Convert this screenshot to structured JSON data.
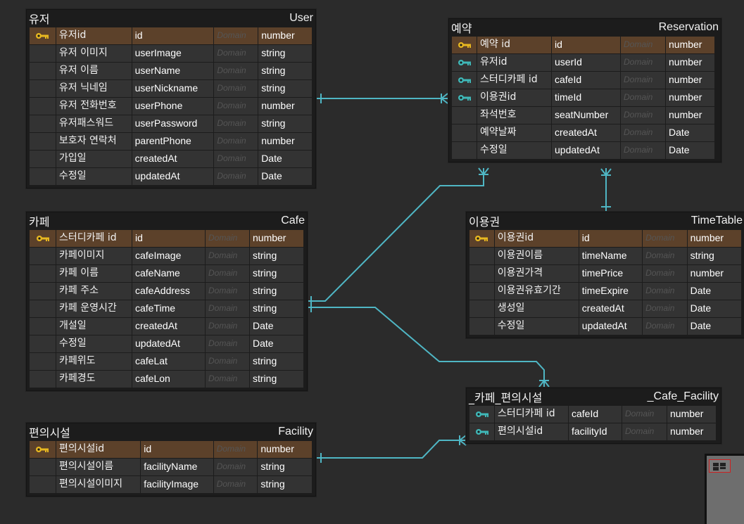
{
  "colors": {
    "background": "#2b2b2b",
    "pk_row": "#5c412a",
    "row": "#333333",
    "relation_line": "#4fb6c4",
    "pk_key": "#e8b820",
    "fk_key": "#3fb8b8"
  },
  "entities": {
    "user": {
      "logical_name": "유저",
      "physical_name": "User",
      "columns": [
        {
          "key": "pk",
          "lname": "유저id",
          "pname": "id",
          "domain": "Domain",
          "type": "number"
        },
        {
          "key": "",
          "lname": "유저 이미지",
          "pname": "userImage",
          "domain": "Domain",
          "type": "string"
        },
        {
          "key": "",
          "lname": "유저 이름",
          "pname": "userName",
          "domain": "Domain",
          "type": "string"
        },
        {
          "key": "",
          "lname": "유저 닉네임",
          "pname": "userNickname",
          "domain": "Domain",
          "type": "string"
        },
        {
          "key": "",
          "lname": "유저 전화번호",
          "pname": "userPhone",
          "domain": "Domain",
          "type": "number"
        },
        {
          "key": "",
          "lname": "유저패스워드",
          "pname": "userPassword",
          "domain": "Domain",
          "type": "string"
        },
        {
          "key": "",
          "lname": "보호자 연락처",
          "pname": "parentPhone",
          "domain": "Domain",
          "type": "number"
        },
        {
          "key": "",
          "lname": "가입일",
          "pname": "createdAt",
          "domain": "Domain",
          "type": "Date"
        },
        {
          "key": "",
          "lname": "수정일",
          "pname": "updatedAt",
          "domain": "Domain",
          "type": "Date"
        }
      ]
    },
    "cafe": {
      "logical_name": "카페",
      "physical_name": "Cafe",
      "columns": [
        {
          "key": "pk",
          "lname": "스터디카페 id",
          "pname": "id",
          "domain": "Domain",
          "type": "number"
        },
        {
          "key": "",
          "lname": "카페이미지",
          "pname": "cafeImage",
          "domain": "Domain",
          "type": "string"
        },
        {
          "key": "",
          "lname": "카페 이름",
          "pname": "cafeName",
          "domain": "Domain",
          "type": "string"
        },
        {
          "key": "",
          "lname": "카페 주소",
          "pname": "cafeAddress",
          "domain": "Domain",
          "type": "string"
        },
        {
          "key": "",
          "lname": "카페 운영시간",
          "pname": "cafeTime",
          "domain": "Domain",
          "type": "string"
        },
        {
          "key": "",
          "lname": "개설일",
          "pname": "createdAt",
          "domain": "Domain",
          "type": "Date"
        },
        {
          "key": "",
          "lname": "수정일",
          "pname": "updatedAt",
          "domain": "Domain",
          "type": "Date"
        },
        {
          "key": "",
          "lname": "카페위도",
          "pname": "cafeLat",
          "domain": "Domain",
          "type": "string"
        },
        {
          "key": "",
          "lname": "카페경도",
          "pname": "cafeLon",
          "domain": "Domain",
          "type": "string"
        }
      ]
    },
    "facility": {
      "logical_name": "편의시설",
      "physical_name": "Facility",
      "columns": [
        {
          "key": "pk",
          "lname": "편의시설id",
          "pname": "id",
          "domain": "Domain",
          "type": "number"
        },
        {
          "key": "",
          "lname": "편의시설이름",
          "pname": "facilityName",
          "domain": "Domain",
          "type": "string"
        },
        {
          "key": "",
          "lname": "편의시설이미지",
          "pname": "facilityImage",
          "domain": "Domain",
          "type": "string"
        }
      ]
    },
    "reservation": {
      "logical_name": "예약",
      "physical_name": "Reservation",
      "columns": [
        {
          "key": "pk",
          "lname": "예약 id",
          "pname": "id",
          "domain": "Domain",
          "type": "number"
        },
        {
          "key": "fk",
          "lname": "유저id",
          "pname": "userId",
          "domain": "Domain",
          "type": "number"
        },
        {
          "key": "fk",
          "lname": "스터디카페 id",
          "pname": "cafeId",
          "domain": "Domain",
          "type": "number"
        },
        {
          "key": "fk",
          "lname": "이용권id",
          "pname": "timeId",
          "domain": "Domain",
          "type": "number"
        },
        {
          "key": "",
          "lname": "좌석번호",
          "pname": "seatNumber",
          "domain": "Domain",
          "type": "number"
        },
        {
          "key": "",
          "lname": "예약날짜",
          "pname": "createdAt",
          "domain": "Domain",
          "type": "Date"
        },
        {
          "key": "",
          "lname": "수정일",
          "pname": "updatedAt",
          "domain": "Domain",
          "type": "Date"
        }
      ]
    },
    "timetable": {
      "logical_name": "이용권",
      "physical_name": "TimeTable",
      "columns": [
        {
          "key": "pk",
          "lname": "이용권id",
          "pname": "id",
          "domain": "Domain",
          "type": "number"
        },
        {
          "key": "",
          "lname": "이용권이름",
          "pname": "timeName",
          "domain": "Domain",
          "type": "string"
        },
        {
          "key": "",
          "lname": "이용권가격",
          "pname": "timePrice",
          "domain": "Domain",
          "type": "number"
        },
        {
          "key": "",
          "lname": "이용권유효기간",
          "pname": "timeExpire",
          "domain": "Domain",
          "type": "Date"
        },
        {
          "key": "",
          "lname": "생성일",
          "pname": "createdAt",
          "domain": "Domain",
          "type": "Date"
        },
        {
          "key": "",
          "lname": "수정일",
          "pname": "updatedAt",
          "domain": "Domain",
          "type": "Date"
        }
      ]
    },
    "cafe_facility": {
      "logical_name": "_카페_편의시설",
      "physical_name": "_Cafe_Facility",
      "columns": [
        {
          "key": "fk",
          "lname": "스터디카페 id",
          "pname": "cafeId",
          "domain": "Domain",
          "type": "number"
        },
        {
          "key": "fk",
          "lname": "편의시설id",
          "pname": "facilityId",
          "domain": "Domain",
          "type": "number"
        }
      ]
    }
  }
}
